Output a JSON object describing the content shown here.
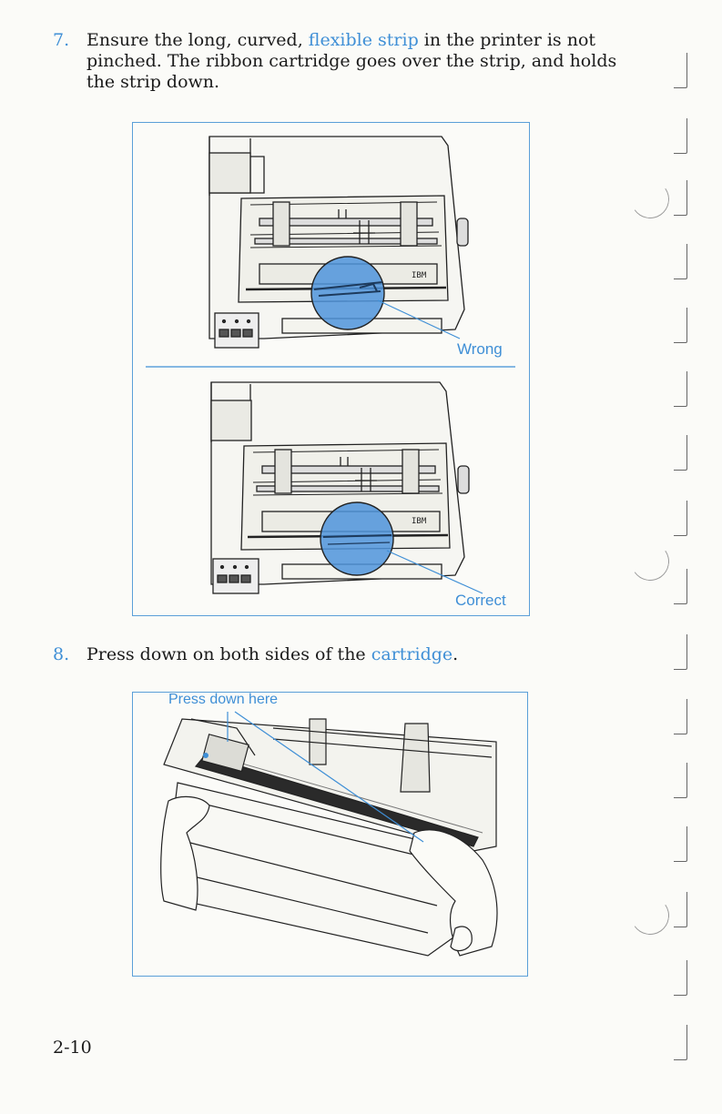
{
  "steps": [
    {
      "number": "7.",
      "text_before": "Ensure the long, curved, ",
      "highlight": "flexible strip",
      "text_after": " in the printer is not pinched.  The ribbon cartridge goes over the strip, and holds the strip down."
    },
    {
      "number": "8.",
      "text_before": "Press down on both sides of the ",
      "highlight": "cartridge",
      "text_after": "."
    }
  ],
  "figure1": {
    "label_wrong": "Wrong",
    "label_correct": "Correct",
    "printer_brand": "IBM"
  },
  "figure2": {
    "label_press": "Press down here"
  },
  "page_number": "2-10",
  "colors": {
    "accent": "#3f8fd6",
    "magnifier_fill": "#4f94dc",
    "frame": "#5a9fd8"
  }
}
